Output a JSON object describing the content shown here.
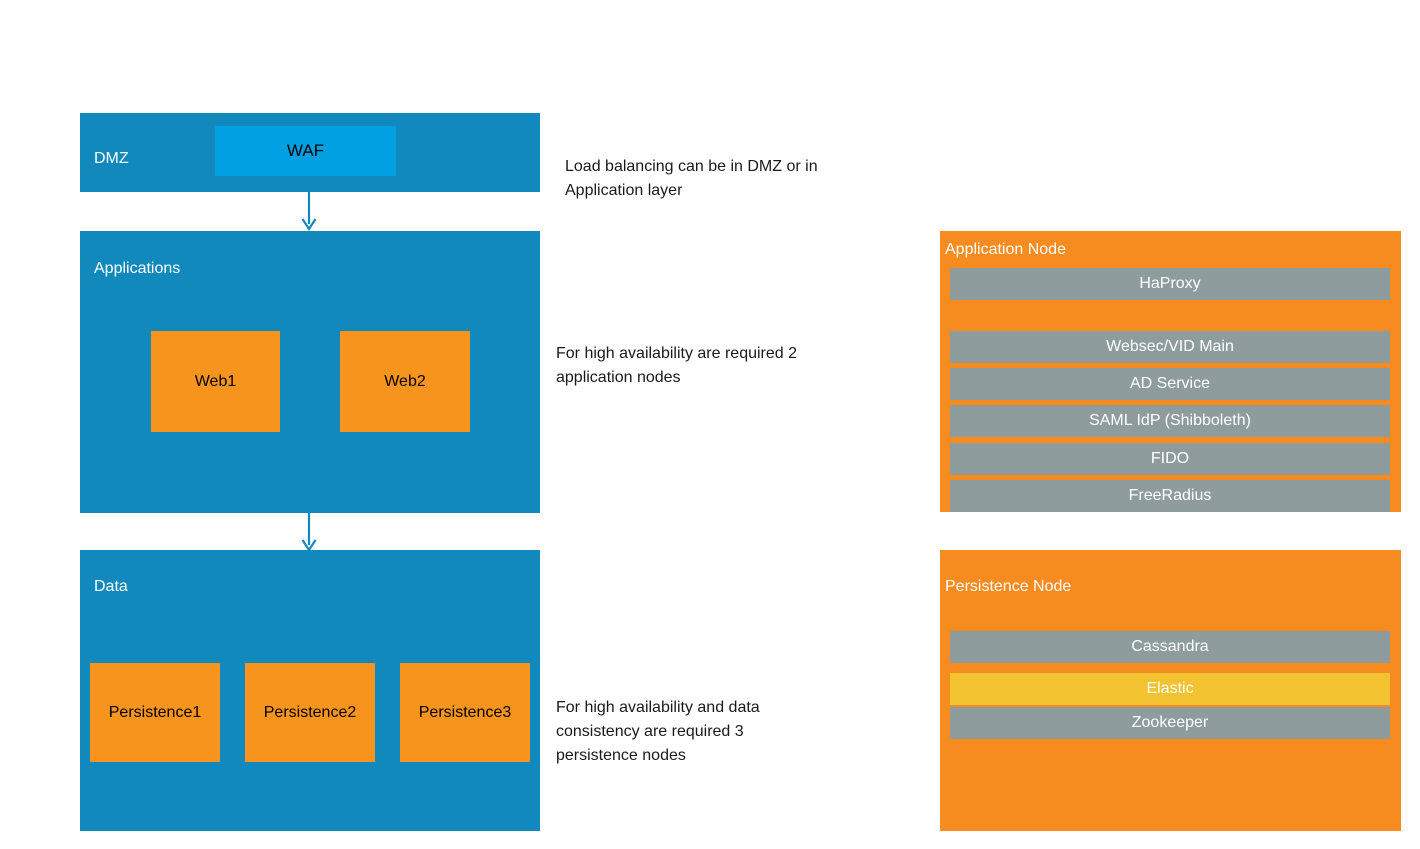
{
  "colors": {
    "zone_blue": "#1289BD",
    "waf_blue": "#00A0E3",
    "orange_panel": "#F68B1F",
    "orange_box": "#F7941E",
    "gray_bar": "#8E9C9E",
    "gold_bar": "#F2C230",
    "arrow_blue": "#1289BD",
    "text_dark": "#1A1A1A",
    "text_light": "#FFFFFF"
  },
  "zones": {
    "dmz": {
      "label": "DMZ",
      "boxes": [
        {
          "label": "WAF"
        }
      ]
    },
    "applications": {
      "label": "Applications",
      "boxes": [
        {
          "label": "Web1"
        },
        {
          "label": "Web2"
        }
      ]
    },
    "data": {
      "label": "Data",
      "boxes": [
        {
          "label": "Persistence1"
        },
        {
          "label": "Persistence2"
        },
        {
          "label": "Persistence3"
        }
      ]
    }
  },
  "nodes": {
    "application_node": {
      "label": "Application Node",
      "services": [
        {
          "label": "HaProxy",
          "style": "gray"
        },
        {
          "label": "Websec/VID Main",
          "style": "gray"
        },
        {
          "label": "AD Service",
          "style": "gray"
        },
        {
          "label": "SAML IdP (Shibboleth)",
          "style": "gray"
        },
        {
          "label": "FIDO",
          "style": "gray"
        },
        {
          "label": "FreeRadius",
          "style": "gray"
        }
      ]
    },
    "persistence_node": {
      "label": "Persistence Node",
      "services": [
        {
          "label": "Cassandra",
          "style": "gray"
        },
        {
          "label": "Elastic",
          "style": "gold"
        },
        {
          "label": "Zookeeper",
          "style": "gray"
        }
      ]
    }
  },
  "annotations": [
    {
      "text": "Load balancing can be in DMZ or in\nApplication layer"
    },
    {
      "text": "For high availability are required 2\napplication nodes"
    },
    {
      "text": "For high availability and data\nconsistency are required 3\npersistence nodes"
    }
  ],
  "connectors": [
    {
      "name": "dmz-to-applications"
    },
    {
      "name": "applications-to-data"
    }
  ]
}
